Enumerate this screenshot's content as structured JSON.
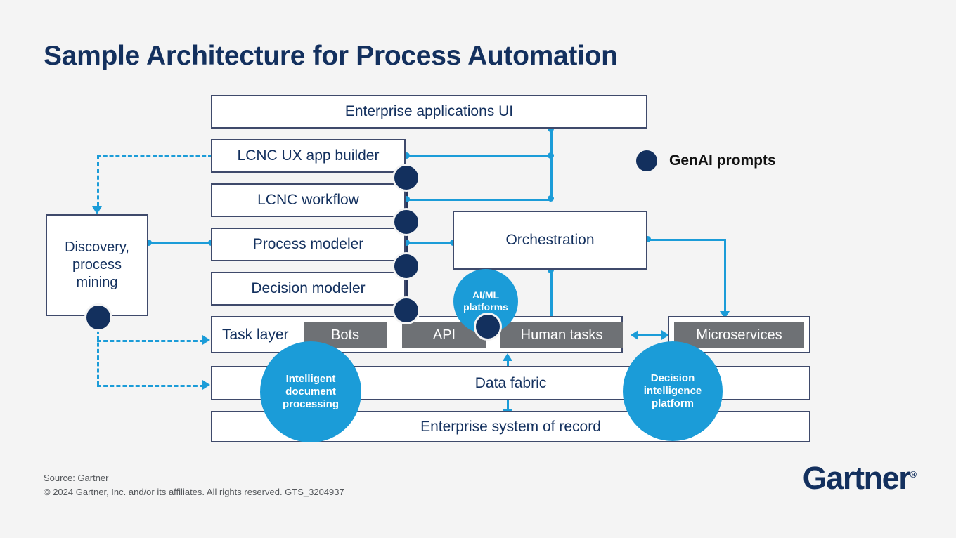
{
  "page": {
    "title": "Sample Architecture for Process Automation",
    "background_color": "#f4f4f4"
  },
  "colors": {
    "navy": "#13305e",
    "accent_blue": "#1b9cd8",
    "box_border": "#3f4a6b",
    "grey_box": "#6e7175",
    "box_fill": "#ffffff"
  },
  "legend": {
    "marker_label": "GenAI prompts"
  },
  "boxes": {
    "enterprise_apps_ui": "Enterprise applications UI",
    "lcnc_ux_app_builder": "LCNC UX app builder",
    "lcnc_workflow": "LCNC workflow",
    "process_modeler": "Process modeler",
    "decision_modeler": "Decision modeler",
    "discovery": {
      "line1": "Discovery,",
      "line2": "process",
      "line3": "mining"
    },
    "orchestration": "Orchestration",
    "task_layer": "Task layer",
    "bots": "Bots",
    "api": "API",
    "human_tasks": "Human tasks",
    "microservices": "Microservices",
    "data_fabric": "Data fabric",
    "enterprise_system_of_record": "Enterprise system of record"
  },
  "bubbles": {
    "ai_ml": {
      "line1": "AI/ML",
      "line2": "platforms"
    },
    "idp": {
      "line1": "Intelligent",
      "line2": "document",
      "line3": "processing"
    },
    "dip": {
      "line1": "Decision",
      "line2": "intelligence",
      "line3": "platform"
    }
  },
  "footer": {
    "source": "Source: Gartner",
    "copyright": "© 2024 Gartner, Inc. and/or its affiliates. All rights reserved. GTS_3204937",
    "brand": "Gartner",
    "brand_mark": "®"
  }
}
